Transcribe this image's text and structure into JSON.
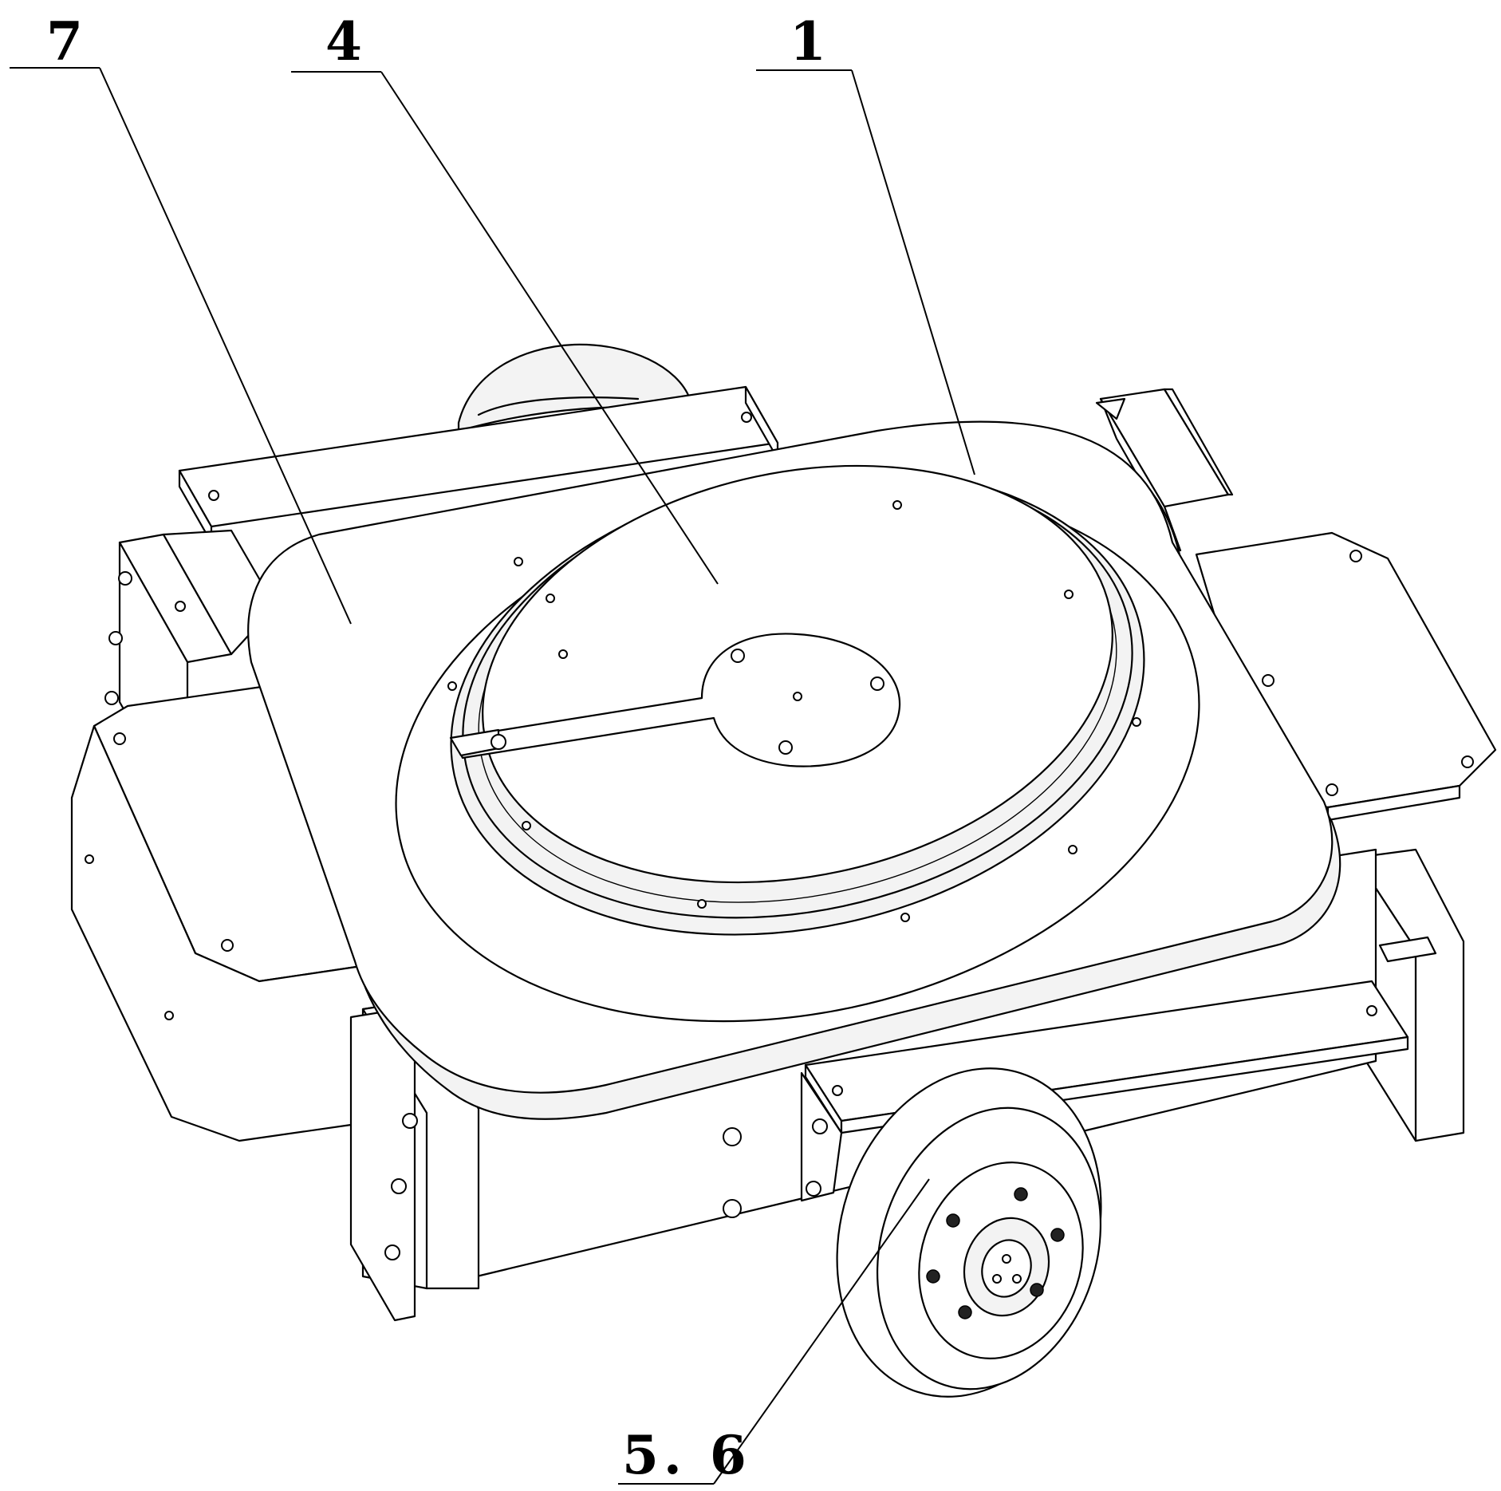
{
  "callouts": [
    {
      "id": "7",
      "label": "7"
    },
    {
      "id": "4",
      "label": "4"
    },
    {
      "id": "1",
      "label": "1"
    },
    {
      "id": "5_6",
      "label": "5. 6"
    }
  ]
}
